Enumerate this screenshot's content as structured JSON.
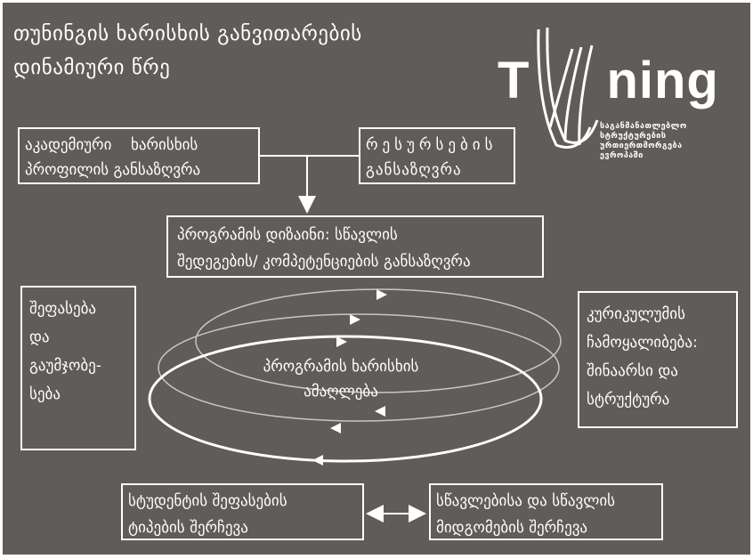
{
  "title": {
    "line1": "თუნინგის ხარისხის განვითარების",
    "line2": "დინამიური წრე"
  },
  "logo": {
    "left_letter": "T",
    "right_letters": "ning",
    "subtitle_lines": [
      "საგანმანათლებლო",
      "სტრუქტურების",
      "ურთიერთმორგება",
      "ევროპაში"
    ]
  },
  "nodes": {
    "academic_profile": {
      "line1": "აკადემიური    ხარისხის",
      "line2": "პროფილის განსაზღვრა"
    },
    "resources": {
      "line1": "რესურსების",
      "line2": "განსაზღვრა"
    },
    "program_design": {
      "line1": "პროგრამის დიზაინი: სწავლის",
      "line2": "შედეგების/ კომპეტენციების განსაზღვრა"
    },
    "assessment": {
      "line1": "შეფასება",
      "line2": "და",
      "line3": "გაუმჯობე-",
      "line4": "სება"
    },
    "curriculum": {
      "line1": "კურიკულუმის",
      "line2": "ჩამოყალიბება:",
      "line3": "შინაარსი და",
      "line4": "სტრუქტურა"
    },
    "cycle_center": {
      "line1": "პროგრამის ხარისხის",
      "line2": "ამაღლება"
    },
    "student_assessment": {
      "line1": "სტუდენტის შეფასების",
      "line2": "ტიპების შერჩევა"
    },
    "learning_teaching": {
      "line1": "სწავლებისა და სწავლის",
      "line2": "მიდგომების შერჩევა"
    }
  },
  "colors": {
    "background": "#5f5c59",
    "foreground": "#ffffff",
    "faint_ring": "#c9c6c3"
  }
}
